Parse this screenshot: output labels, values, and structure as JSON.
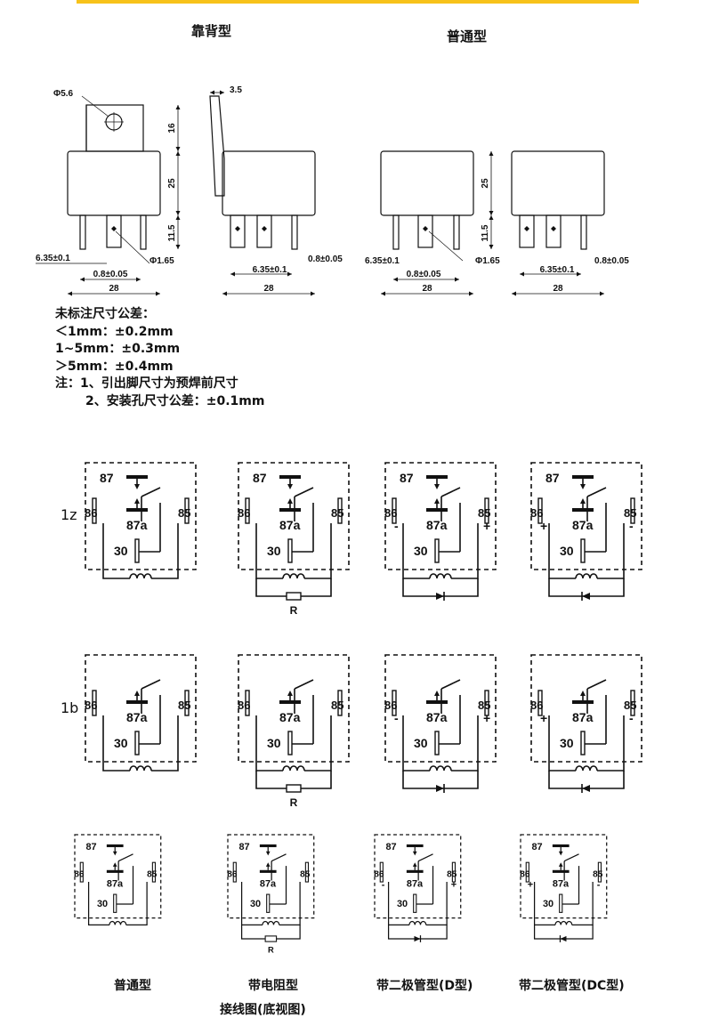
{
  "headers": {
    "back_mount": "靠背型",
    "normal": "普通型"
  },
  "dimensions": {
    "hole_dia": "Φ5.6",
    "bracket_height": "16",
    "body_height": "25",
    "pin_length": "11.5",
    "pin_pitch": "6.35±0.1",
    "pin_width": "0.8±0.05",
    "total_width": "28",
    "pin_hole": "Φ1.65",
    "bracket_thickness": "3.5"
  },
  "notes": {
    "title": "未标注尺寸公差：",
    "lines": [
      "＜1mm：±0.2mm",
      "1~5mm：±0.3mm",
      "＞5mm：±0.4mm"
    ],
    "remark1": "注：1、引出脚尺寸为预焊前尺寸",
    "remark2": "2、安装孔尺寸公差：±0.1mm"
  },
  "row_labels": {
    "r1": "1z",
    "r2": "1b"
  },
  "pins": {
    "p87": "87",
    "p87a": "87a",
    "p86": "86",
    "p85": "85",
    "p30": "30",
    "resistor": "R",
    "plus": "+",
    "minus": "-"
  },
  "captions": [
    "普通型",
    "带电阻型",
    "带二极管型(D型)",
    "带二极管型(DC型)"
  ],
  "footer": "接线图(底视图)"
}
